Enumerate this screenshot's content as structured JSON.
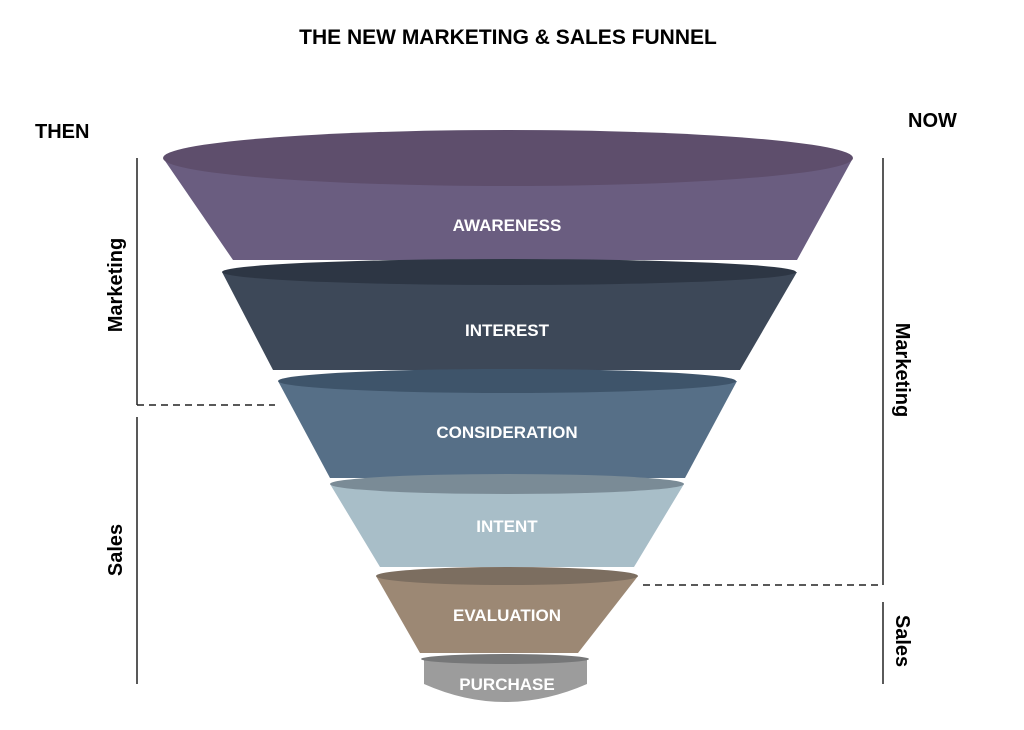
{
  "title": "THE NEW MARKETING & SALES FUNNEL",
  "left": {
    "heading": "THEN",
    "groups": [
      "Marketing",
      "Sales"
    ]
  },
  "right": {
    "heading": "NOW",
    "groups": [
      "Marketing",
      "Sales"
    ]
  },
  "stages": [
    {
      "label": "AWARENESS",
      "top_color": "#5e4e6c",
      "body_color": "#6a5d80"
    },
    {
      "label": "INTEREST",
      "top_color": "#2d3644",
      "body_color": "#3d4858"
    },
    {
      "label": "CONSIDERATION",
      "top_color": "#3e546a",
      "body_color": "#566f87"
    },
    {
      "label": "INTENT",
      "top_color": "#7a8b96",
      "body_color": "#a8bec8"
    },
    {
      "label": "EVALUATION",
      "top_color": "#7c6e60",
      "body_color": "#9c8874"
    },
    {
      "label": "PURCHASE",
      "top_color": "#767778",
      "body_color": "#9c9c9c"
    }
  ]
}
